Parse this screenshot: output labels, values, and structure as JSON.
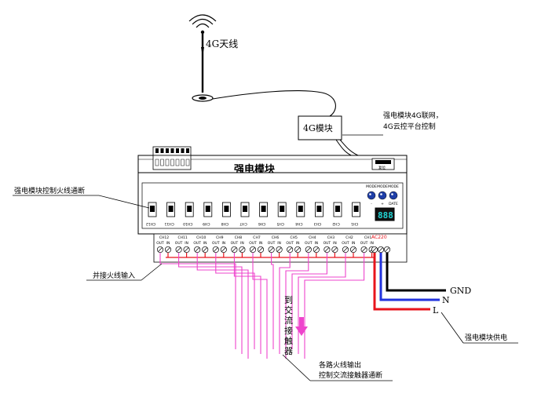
{
  "antenna": {
    "label": "4G天线"
  },
  "modem": {
    "label": "4G模块"
  },
  "module": {
    "title": "强电模块",
    "small_button_label": "复位",
    "channels": [
      {
        "label": "CH12"
      },
      {
        "label": "CH11"
      },
      {
        "label": "CH10"
      },
      {
        "label": "CH9"
      },
      {
        "label": "CH8"
      },
      {
        "label": "CH7"
      },
      {
        "label": "CH6"
      },
      {
        "label": "CH5"
      },
      {
        "label": "CH4"
      },
      {
        "label": "CH3"
      },
      {
        "label": "CH2"
      },
      {
        "label": "CH1"
      }
    ],
    "terminal_in_label": "IN",
    "terminal_out_label": "OUT",
    "power_terminal_label": "AC220",
    "display_value": "888",
    "knobs": [
      {
        "top_label": "MODE",
        "bottom_label": "-"
      },
      {
        "top_label": "MODE",
        "bottom_label": "+"
      },
      {
        "top_label": "MODE",
        "bottom_label": "DATE"
      }
    ]
  },
  "annotations": {
    "network": [
      "强电模块4G联网，",
      "4G云控平台控制"
    ],
    "fire_control": "强电模块控制火线通断",
    "parallel_input": "并接火线输入",
    "to_contactor": "到交流接触器",
    "outputs": [
      "各路火线输出",
      "控制交流接触器通断"
    ],
    "power_supply": "强电模块供电"
  },
  "power_wires": [
    {
      "name": "GND",
      "color": "#000000"
    },
    {
      "name": "N",
      "color": "#2233dd"
    },
    {
      "name": "L",
      "color": "#e8141c"
    }
  ],
  "colors": {
    "live_wire": "#e8141c",
    "output_wire": "#ee44cc",
    "arrow": "#ee44cc",
    "display_bg": "#111111",
    "display_digit": "#22d4d4",
    "knob": "#1f3fa8"
  }
}
